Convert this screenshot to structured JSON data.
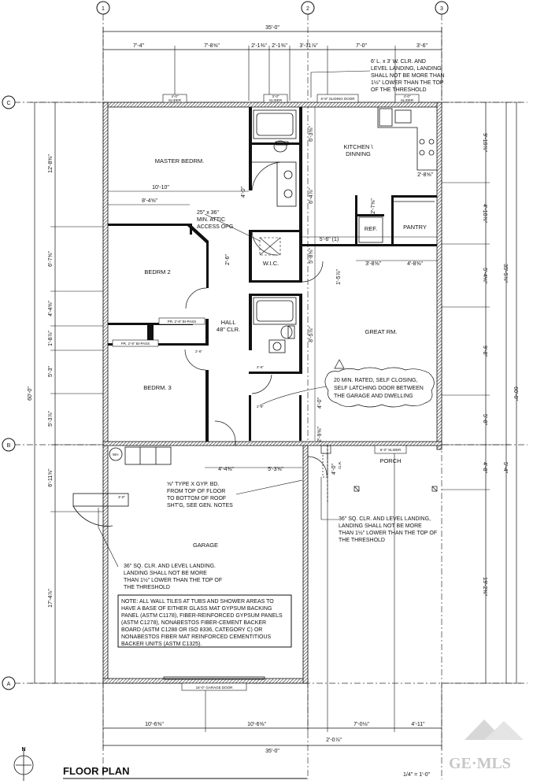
{
  "title": "FLOOR PLAN",
  "scale": "1/4\" = 1'-0\"",
  "north": "N",
  "grid": {
    "c1": "1",
    "c2": "2",
    "c3": "3",
    "rA": "A",
    "rB": "B",
    "rC": "C"
  },
  "dims_top": {
    "overall": "35'-0\"",
    "d1": "7'-4\"",
    "d2": "7'-8⅝\"",
    "d3": "2'-1⅜\"",
    "d4": "2'-1⅜\"",
    "d5": "3'-11⅞\"",
    "d6": "7'-0\"",
    "d7": "3'-6\""
  },
  "dims_left": {
    "l1": "12'-8⅝\"",
    "l2": "6'-7⅝\"",
    "l3": "4'-4⅝\"",
    "l4": "1'-8⅞\"",
    "l5": "5'-3\"",
    "l6": "5'-3⅞\"",
    "l7": "6'-11⅜\"",
    "l8": "17'-4⅞\"",
    "overall": "60'-0\""
  },
  "dims_right": {
    "r1": "9'-10⅞\"",
    "r2": "4'-10⅞\"",
    "r3": "5'-4⅛\"",
    "r4": "35'-5⅞\"",
    "r5": "9'-8\"",
    "r6": "5'-8\"",
    "r7": "4'-8\"",
    "r8": "5'-4\"",
    "r9": "19'-2⅜\"",
    "overall": "60'-0\""
  },
  "dims_bottom": {
    "b1": "10'-6⅝\"",
    "b2": "10'-6⅝\"",
    "b3": "7'-0⅛\"",
    "b4": "4'-11\"",
    "overall": "35'-0\"",
    "offset": "2'-0⅞\""
  },
  "dims_interior": {
    "i1": "10'-10\"",
    "i2": "8'-4⅝\"",
    "i3": "6'-3⅝\"",
    "i4": "6'-4⅞\"",
    "i5": "5'-6\" (1)",
    "i6": "5'-8⅝\"",
    "i7": "3'-8⅝\"",
    "i8": "4'-8⅝\"",
    "i9": "2'-7⅝\"",
    "i10": "2'-8⅝\"",
    "i11": "1'-5⅞\"",
    "i12": "8'-5⅞\"",
    "i13": "4'-4⅜\"",
    "i14": "5'-3⅝\"",
    "i15": "4'-0\"",
    "i16": "2'-9⅝\"",
    "i17": "2'-6\"",
    "i18": "4'-0\"",
    "i19": "4'-0\""
  },
  "rooms": {
    "master": "MASTER BEDRM.",
    "bed2": "BEDRM 2",
    "bed3": "BEDRM. 3",
    "hall": "HALL",
    "hall_clr": "48\" CLR.",
    "kitchen1": "KITCHEN \\",
    "kitchen2": "DINNING",
    "ref": "REF.",
    "pantry": "PANTRY",
    "wic": "W.I.C.",
    "great": "GREAT RM.",
    "garage": "GARAGE",
    "porch": "PORCH",
    "clr": "CLR."
  },
  "labels": {
    "slider1": "4'-0\"",
    "slider1b": "SLIDER",
    "slider2": "3'-0\"",
    "slider2b": "SLIDER",
    "sliding_door": "6'-8\" SLIDING DOOR",
    "slider4": "4'-0\"",
    "slider4b": "SLIDER",
    "bipass1": "PR. 2'-8\" BI-PASS",
    "bipass2": "PR. 2'-8\" BI-PASS",
    "door1": "2'-6\"",
    "door2": "2'-6\"",
    "door3": "2'-6\"",
    "garage_door": "16'-0\" GARAGE DOOR",
    "porch_slider": "6'-0\" SLIDER",
    "landing": "3'-0\"",
    "wh": "WH"
  },
  "notes": {
    "landing_top": [
      "6' L. x 3' W. CLR. AND",
      "LEVEL LANDING, LANDING",
      "SHALL NOT BE MORE THAN",
      "1½\" LOWER THAN THE TOP",
      "OF THE THRESHOLD"
    ],
    "attic": [
      "25\" x 36\"",
      "MIN. ATTIC",
      "ACCESS OPG"
    ],
    "fire_door": [
      "20 MIN. RATED, SELF CLOSING,",
      "SELF LATCHING DOOR BETWEEN",
      "THE GARAGE AND DWELLING"
    ],
    "gyp": [
      "⅝\" TYPE X GYP. BD.",
      "FROM TOP OF FLOOR",
      "TO BOTTOM OF ROOF",
      "SHT'G, SEE GEN. NOTES"
    ],
    "landing_porch": [
      "36\" SQ. CLR. AND LEVEL LANDING,",
      "LANDING SHALL NOT BE MORE",
      "THAN 1½\" LOWER THAN THE TOP OF",
      "THE THRESHOLD"
    ],
    "landing_garage": [
      "36\" SQ. CLR. AND LEVEL LANDING.",
      "LANDING SHALL NOT BE MORE",
      "THAN 1½\" LOWER THAN THE TOP OF",
      "THE THRESHOLD"
    ],
    "tile": [
      "NOTE: ALL WALL TILES AT TUBS AND SHOWER AREAS TO",
      "HAVE A BASE OF EITHER GLASS MAT GYPSUM BACKING",
      "PANEL (ASTM C1178), FIBER-REINFORCED GYPSUM PANELS",
      "(ASTM C1278), NONABESTOS FIBER-CEMENT BACKER",
      "BOARD (ASTM C1288 OR ISO 8336, CATEGORY C) OR",
      "NONABESTOS FIBER MAT REINFORCED CEMENTITIOUS",
      "BACKER UNITS (ASTM C1325)."
    ]
  },
  "watermark": "GE·MLS"
}
